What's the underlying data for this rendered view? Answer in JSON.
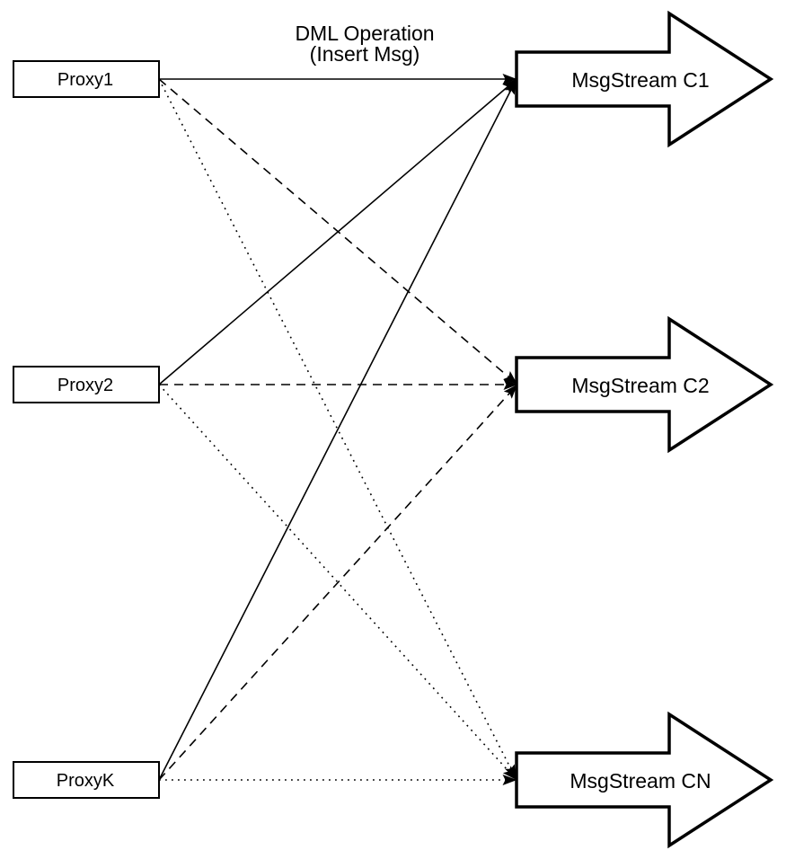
{
  "diagram": {
    "title": {
      "line1": "DML Operation",
      "line2": "(Insert Msg)"
    },
    "proxies": [
      {
        "label": "Proxy1"
      },
      {
        "label": "Proxy2"
      },
      {
        "label": "ProxyK"
      }
    ],
    "streams": [
      {
        "label": "MsgStream C1"
      },
      {
        "label": "MsgStream C2"
      },
      {
        "label": "MsgStream CN"
      }
    ],
    "connections": [
      {
        "from": "Proxy1",
        "to": "MsgStream C1",
        "line_style": "solid"
      },
      {
        "from": "Proxy1",
        "to": "MsgStream C2",
        "line_style": "dashed"
      },
      {
        "from": "Proxy1",
        "to": "MsgStream CN",
        "line_style": "dotted"
      },
      {
        "from": "Proxy2",
        "to": "MsgStream C1",
        "line_style": "solid"
      },
      {
        "from": "Proxy2",
        "to": "MsgStream C2",
        "line_style": "dashed"
      },
      {
        "from": "Proxy2",
        "to": "MsgStream CN",
        "line_style": "dotted"
      },
      {
        "from": "ProxyK",
        "to": "MsgStream C1",
        "line_style": "solid"
      },
      {
        "from": "ProxyK",
        "to": "MsgStream C2",
        "line_style": "dashed"
      },
      {
        "from": "ProxyK",
        "to": "MsgStream CN",
        "line_style": "dotted"
      }
    ],
    "colors": {
      "background": "#ffffff",
      "stroke": "#000000",
      "shape_fill": "#ffffff"
    }
  }
}
